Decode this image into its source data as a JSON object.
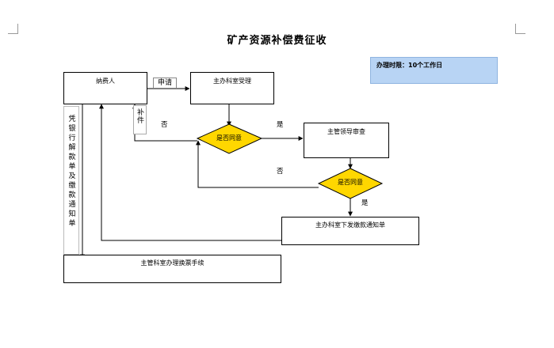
{
  "diagram": {
    "title": "矿产资源补偿费征收",
    "time_limit": "办理时限：10个工作日",
    "nodes": {
      "payer": "纳费人",
      "main_office_accept": "主办科室受理",
      "decision1": "是否同意",
      "leader_review": "主管领导审查",
      "decision2": "是否同意",
      "issue_notice": "主办科室下发缴款通知单",
      "receipt_office": "主管科室办理换票手续"
    },
    "edge_labels": {
      "apply": "申请",
      "supplement": "补件",
      "no1": "否",
      "yes1": "是",
      "no2": "否",
      "yes2": "是",
      "voucher": "凭银行解款单及缴款通知单"
    }
  }
}
